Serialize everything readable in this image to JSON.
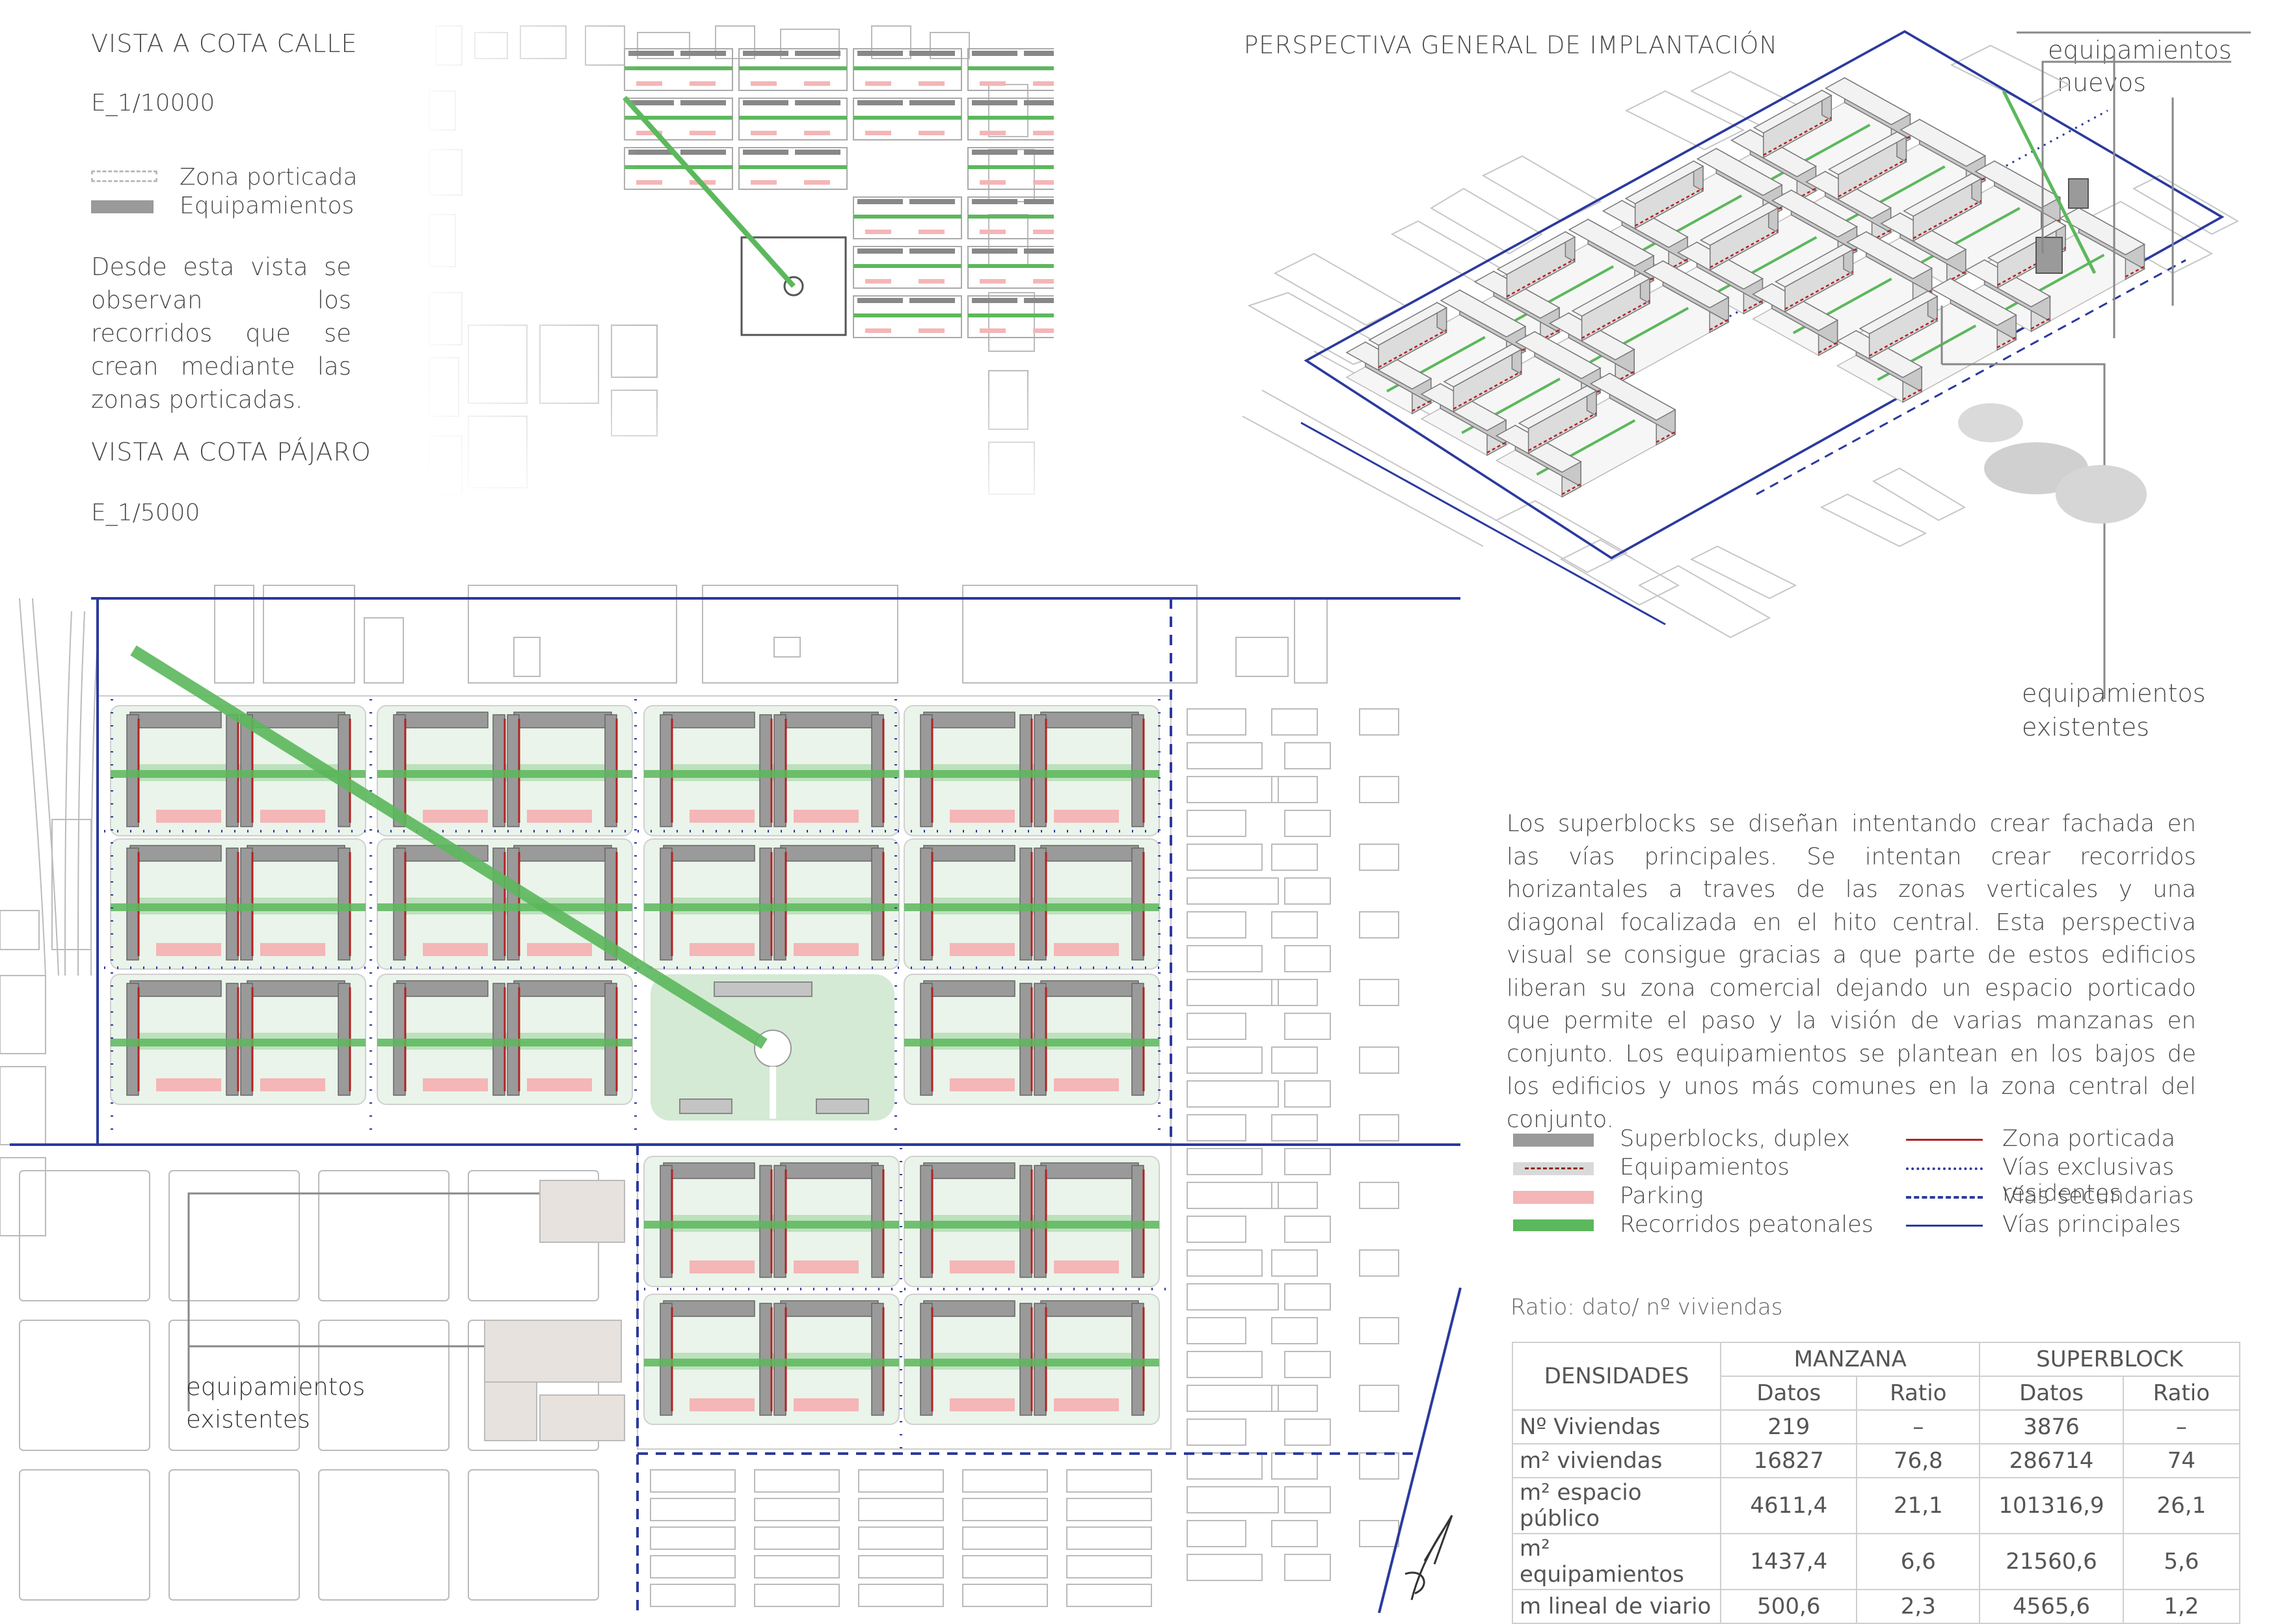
{
  "top_left": {
    "vista_calle": "VISTA A COTA CALLE",
    "scale_calle": "E_1/10000",
    "legend_porticada": "Zona porticada",
    "legend_equip": "Equipamientos",
    "description": "Desde esta vista se observan los recorridos que se crean mediante las zonas porticadas.",
    "vista_pajaro": "VISTA A COTA PÁJARO",
    "scale_pajaro": "E_1/5000"
  },
  "perspective": {
    "title": "PERSPECTIVA GENERAL DE IMPLANTACIÓN",
    "label_new_1": "equipamientos",
    "label_new_2": "nuevos",
    "label_exist_1": "equipamientos",
    "label_exist_2": "existentes"
  },
  "plan": {
    "label_exist_1": "equipamientos",
    "label_exist_2": "existentes"
  },
  "description_main": "Los superblocks se diseñan intentando crear fachada en las vías principales. Se intentan crear recorridos horizantales a traves de las zonas verticales y una diagonal focalizada en el hito central. Esta perspectiva visual se consigue gracias a que parte de estos edificios liberan su zona comercial dejando un espacio porticado que permite el paso y la visión de varias manzanas en conjunto. Los equipamientos se plantean en los bajos de los edificios y unos más comunes en la zona central del conjunto.",
  "legend": {
    "left": [
      "Superblocks, duplex",
      "Equipamientos",
      "Parking",
      "Recorridos peatonales"
    ],
    "right": [
      "Zona porticada",
      "Vías exclusivas residentes",
      "Vías secundarias",
      "Vías principales"
    ]
  },
  "colors": {
    "superblock": "#9a9a9a",
    "equipamiento": "#d9d9d9",
    "parking": "#f4b6b6",
    "recorrido": "#5cb85c",
    "porticada": "#b22222",
    "vias": "#2b3a9e"
  },
  "ratio_title": "Ratio: dato/ nº viviendas",
  "table": {
    "densidades": "DENSIDADES",
    "manzana": "MANZANA",
    "superblock": "SUPERBLOCK",
    "datos": "Datos",
    "ratio": "Ratio",
    "rows": [
      {
        "label": "Nº Viviendas",
        "m_datos": "219",
        "m_ratio": "–",
        "s_datos": "3876",
        "s_ratio": "–"
      },
      {
        "label": "m² viviendas",
        "m_datos": "16827",
        "m_ratio": "76,8",
        "s_datos": "286714",
        "s_ratio": "74"
      },
      {
        "label": "m² espacio público",
        "m_datos": "4611,4",
        "m_ratio": "21,1",
        "s_datos": "101316,9",
        "s_ratio": "26,1"
      },
      {
        "label": "m² equipamientos",
        "m_datos": "1437,4",
        "m_ratio": "6,6",
        "s_datos": "21560,6",
        "s_ratio": "5,6"
      },
      {
        "label": "m lineal de viario",
        "m_datos": "500,6",
        "m_ratio": "2,3",
        "s_datos": "4565,6",
        "s_ratio": "1,2"
      }
    ]
  }
}
